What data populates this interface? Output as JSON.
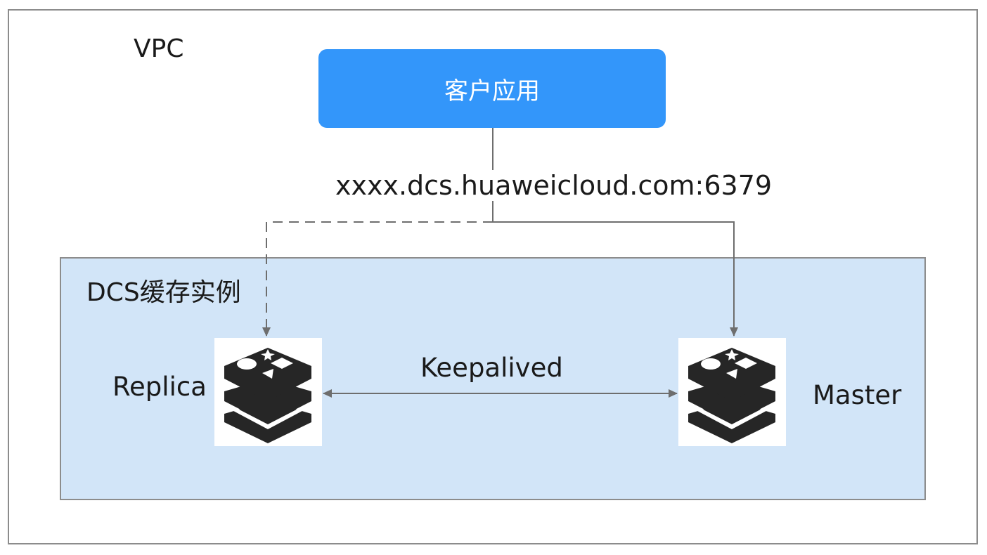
{
  "diagram": {
    "vpc": {
      "label": "VPC"
    },
    "client": {
      "label": "客户应用"
    },
    "endpoint": {
      "label": "xxxx.dcs.huaweicloud.com:6379"
    },
    "dcs_instance": {
      "label": "DCS缓存实例"
    },
    "nodes": {
      "replica": {
        "label": "Replica",
        "icon": "redis-icon"
      },
      "master": {
        "label": "Master",
        "icon": "redis-icon"
      }
    },
    "links": {
      "keepalived": {
        "label": "Keepalived"
      }
    },
    "colors": {
      "client_box": "#3396fa",
      "dcs_area": "#d2e5f8",
      "border": "#8c8c8c",
      "connector": "#6e6e6e",
      "icon": "#262626"
    }
  }
}
